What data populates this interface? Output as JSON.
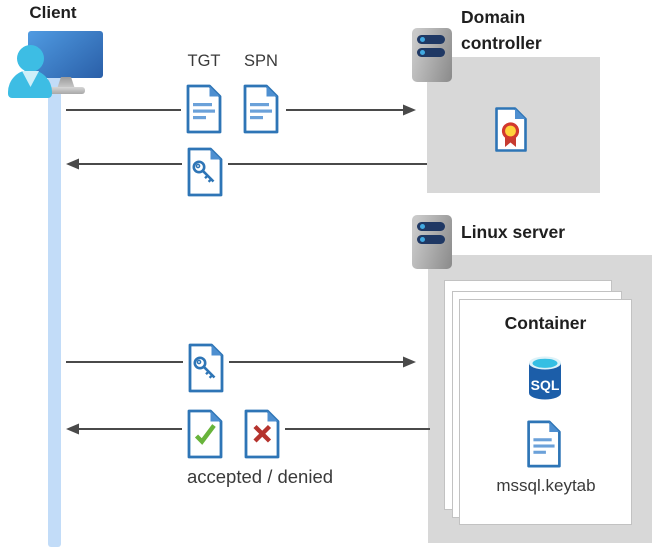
{
  "diagram": {
    "client": {
      "label": "Client"
    },
    "domain_controller": {
      "label": "Domain controller"
    },
    "linux_server": {
      "label": "Linux server"
    },
    "container": {
      "label": "Container",
      "sql_text": "SQL",
      "keytab_label": "mssql.keytab"
    },
    "messages": {
      "tgt_label": "TGT",
      "spn_label": "SPN",
      "result_label": "accepted / denied"
    },
    "colors": {
      "doc_border": "#2e75b6",
      "doc_fold": "#4e8fd0",
      "doc_text_lines": "#6ba1d9",
      "check_green": "#68b43b",
      "cross_red": "#b5332d",
      "sql_body_blue": "#1c5ea9",
      "sql_top_cyan": "#35bfe3",
      "client_cyan": "#3dbde4",
      "monitor_blue": "#2a5fa8",
      "box_gray": "#d8d8d8",
      "lifeline_blue": "#c2dcf8",
      "arrow_gray": "#4a4a4a",
      "server_bar_navy": "#1f3864",
      "ribbon_red": "#c63b31",
      "ribbon_yellow": "#ffd23b"
    }
  }
}
